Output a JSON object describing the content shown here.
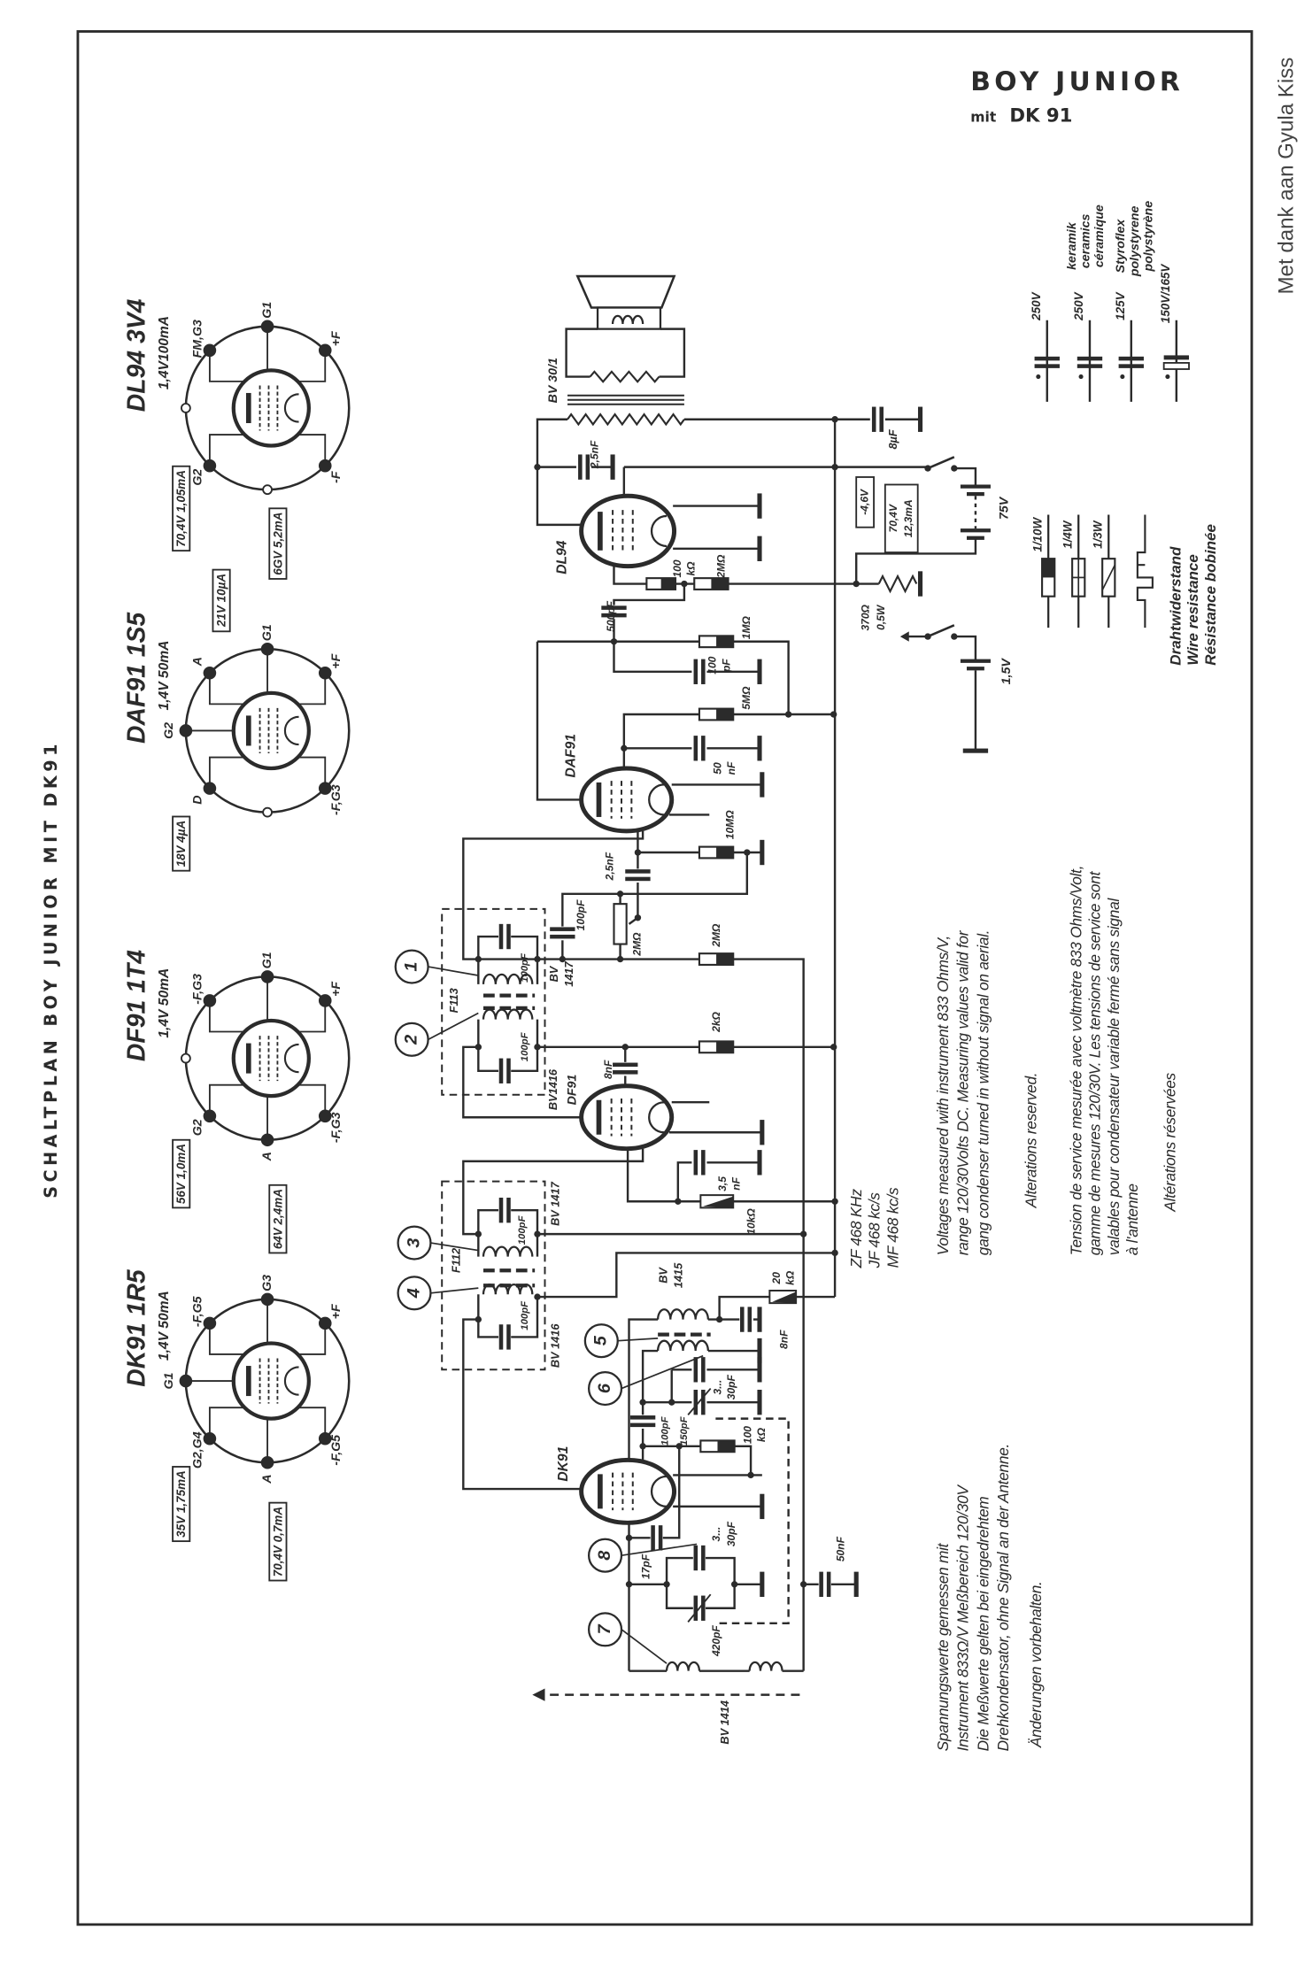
{
  "header": {
    "title": "BOY JUNIOR",
    "subtitle_prefix": "mit",
    "subtitle_model": "DK 91",
    "side_title": "SCHALTPLAN BOY JUNIOR MIT DK91",
    "credit": "Met dank aan Gyula Kiss"
  },
  "colors": {
    "ink": "#2b2b2b",
    "paper": "#ffffff",
    "credit": "#444444"
  },
  "tube_bases": [
    {
      "type": "DL94  3V4",
      "rating": "1,4V100mA",
      "pins": {
        "ul": "FM,G3",
        "top": "G1",
        "ur": "+F",
        "lr": "-F",
        "bottom": "",
        "ll": "G2",
        "left": ""
      },
      "readings": [
        "70,4V 1,05mA",
        "6GV 5,2mA"
      ]
    },
    {
      "type": "DAF91  1S5",
      "rating": "1,4V 50mA",
      "pins": {
        "ul": "A",
        "top": "G1",
        "ur": "+F",
        "lr": "-F,G3",
        "bottom": "",
        "ll": "D",
        "left": "G2"
      },
      "readings": [
        "21V 10µA",
        "18V 4µA"
      ]
    },
    {
      "type": "DF91  1T4",
      "rating": "1,4V 50mA",
      "pins": {
        "ul": "-F,G3",
        "top": "G1",
        "ur": "+F",
        "lr": "-F,G3",
        "bottom": "A",
        "ll": "G2",
        "left": ""
      },
      "readings": [
        "56V 1,0mA",
        "64V 2,4mA"
      ]
    },
    {
      "type": "DK91  1R5",
      "rating": "1,4V 50mA",
      "pins": {
        "ul": "-F,G5",
        "top": "G3",
        "ur": "+F",
        "lr": "-F,G5",
        "bottom": "A",
        "ll": "G2,G4",
        "left": "G1"
      },
      "readings": [
        "35V 1,75mA",
        "70,4V 0,7mA"
      ]
    }
  ],
  "circuit": {
    "tubes": {
      "dl94": "DL94",
      "daf91": "DAF91",
      "df91": "DF91",
      "dk91": "DK91"
    },
    "components": {
      "output_transformer": "BV 30/1",
      "c_8uF": "8µF",
      "c_2_5nF_a": "2,5nF",
      "r_100k_a": [
        "100",
        "kΩ"
      ],
      "r_2M_a": "2MΩ",
      "bias_voltage": "-4,6V",
      "ht_reading": [
        "70,4V",
        "12,3mA"
      ],
      "r_370": [
        "370Ω",
        "0,5W"
      ],
      "battery_ht": "75V",
      "battery_lt": "1,5V",
      "c_500pF": "500pF",
      "r_1M": "1MΩ",
      "c_100pF_a": [
        "100",
        "pF"
      ],
      "r_5M": "5MΩ",
      "c_50nF_a": [
        "50",
        "nF"
      ],
      "r_10M": "10MΩ",
      "c_2_5nF_b": "2,5nF",
      "c_100pF_b": "100pF",
      "pot_2M": "2MΩ",
      "r_2M_b": "2MΩ",
      "if1_primary": [
        "BV",
        "1417"
      ],
      "if1_c1": "100pF",
      "if1_c2": "100pF",
      "if1_can": "F113",
      "r_2k": "2kΩ",
      "c_8nF_a": "8nF",
      "if1_secondary": "BV1416",
      "c_3_5nF": [
        "3,5",
        "nF"
      ],
      "r_10k": "10kΩ",
      "if2_primary": "BV 1417",
      "if2_c1": "100pF",
      "if2_can": "F112",
      "if2_c2": "100pF",
      "if2_secondary": "BV 1416",
      "osc_coil": [
        "BV",
        "1415"
      ],
      "r_20k": [
        "20",
        "kΩ"
      ],
      "c_8nF_b": "8nF",
      "trim_osc": [
        "3...",
        "30pF"
      ],
      "c_100_150": [
        "100pF",
        "150pF"
      ],
      "r_100k_b": [
        "100",
        "kΩ"
      ],
      "c_17pF": "17pF",
      "trim_ant": [
        "3...",
        "30pF"
      ],
      "gang_ant": "420pF",
      "c_50nF_b": "50nF",
      "ant_coil": "BV 1414"
    },
    "alignment_points": [
      "1",
      "2",
      "3",
      "4",
      "5",
      "6",
      "7",
      "8"
    ],
    "frequencies": [
      "ZF 468 KHz",
      "JF 468 kc/s",
      "MF 468 kc/s"
    ]
  },
  "legend": {
    "capacitors": [
      {
        "voltage": "250V",
        "material": []
      },
      {
        "voltage": "250V",
        "material": [
          "keramik",
          "ceramics",
          "céramique"
        ]
      },
      {
        "voltage": "125V",
        "material": [
          "Styroflex",
          "polystyrene",
          "polystyrène"
        ]
      },
      {
        "voltage": "150V/165V",
        "material": []
      }
    ],
    "resistors": [
      "1/10W",
      "1/4W",
      "1/3W"
    ],
    "wire_resistor": [
      "Drahtwiderstand",
      "Wire resistance",
      "Résistance bobinée"
    ]
  },
  "notes": {
    "english": [
      "Voltages measured with instrument 833 Ohms/V,",
      "range 120/30Volts DC. Measuring values valid for",
      "gang condenser turned in without signal on aerial."
    ],
    "english_reserved": "Alterations reserved.",
    "french": [
      "Tension de service mesurée avec voltmètre 833 Ohms/Volt,",
      "gamme de mesures 120/30V. Les tensions de service sont",
      "valables pour condensateur variable fermé sans signal",
      "à l'antenne"
    ],
    "french_reserved": "Altérations réservées",
    "german": [
      "Spannungswerte gemessen mit",
      "Instrument 833Ω/V Meßbereich 120/30V",
      "Die Meßwerte gelten bei eingedrehtem",
      "Drehkondensator, ohne Signal an der Antenne."
    ],
    "german_reserved": "Änderungen vorbehalten."
  }
}
